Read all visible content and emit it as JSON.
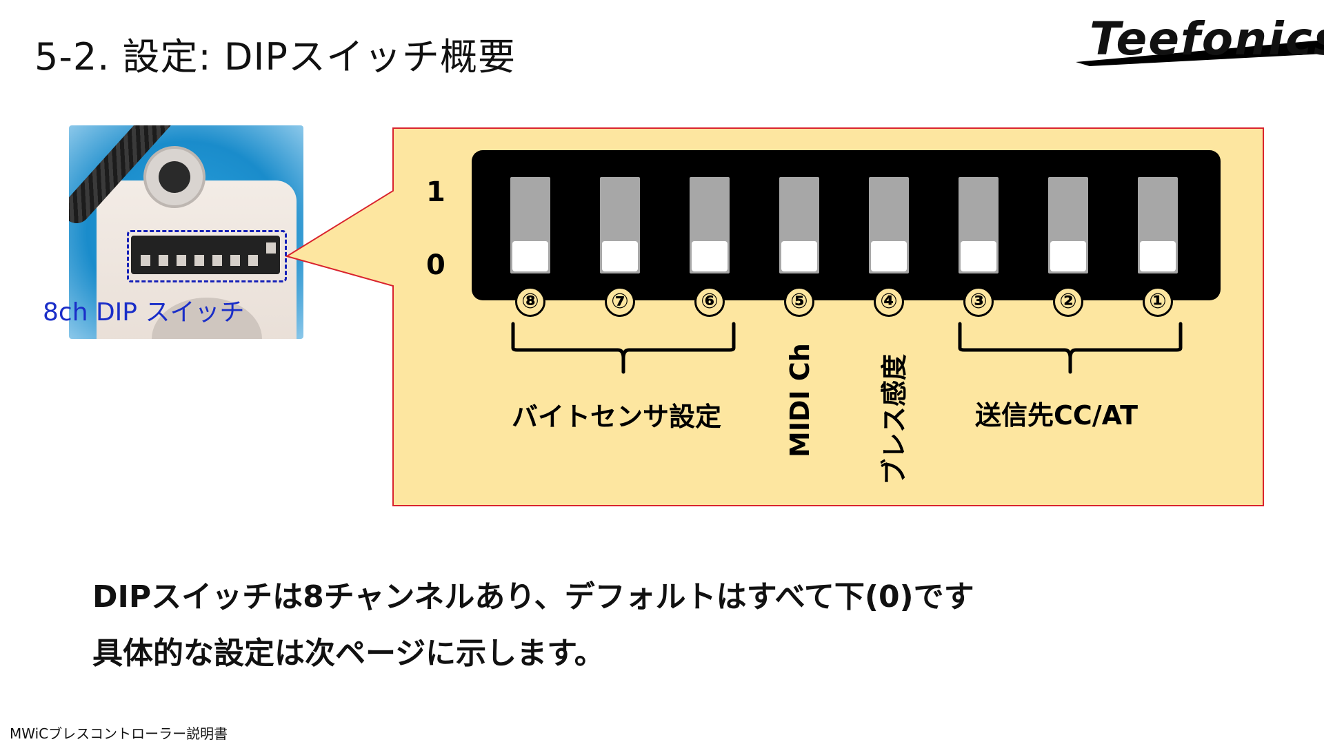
{
  "title": "5-2.  設定: DIPスイッチ概要",
  "logo": {
    "text": "Teefonics"
  },
  "photo": {
    "caption": "8ch DIP スイッチ"
  },
  "dip": {
    "level_high": "1",
    "level_low": "0",
    "switch_numbers": [
      "⑧",
      "⑦",
      "⑥",
      "⑤",
      "④",
      "③",
      "②",
      "①"
    ],
    "groups": {
      "byte_sensor": "バイトセンサ設定",
      "midi_ch": "MIDI Ch",
      "breath_sensitivity": "ブレス感度",
      "destination": "送信先CC/AT"
    }
  },
  "body": {
    "line1": "DIPスイッチは8チャンネルあり、デフォルトはすべて下(0)です",
    "line2": "具体的な設定は次ページに示します。"
  },
  "footer": "MWiCブレスコントローラー説明書",
  "colors": {
    "panel": "#fde6a0",
    "panel_border": "#d9232d",
    "caption": "#1a2ec8"
  }
}
